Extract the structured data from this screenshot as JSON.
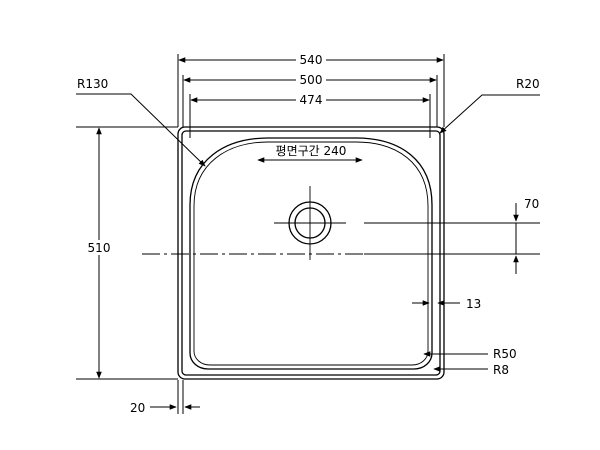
{
  "dimensions": {
    "overall_width": "540",
    "bowl_outer_width": "500",
    "bowl_inner_width": "474",
    "height": "510",
    "flat_section": "평면구간 240",
    "drain_offset": "70",
    "rim_gap": "13",
    "flange": "20"
  },
  "radii": {
    "top_corner": "R130",
    "outer_corner": "R20",
    "bottom_corner": "R50",
    "small_corner": "R8"
  }
}
